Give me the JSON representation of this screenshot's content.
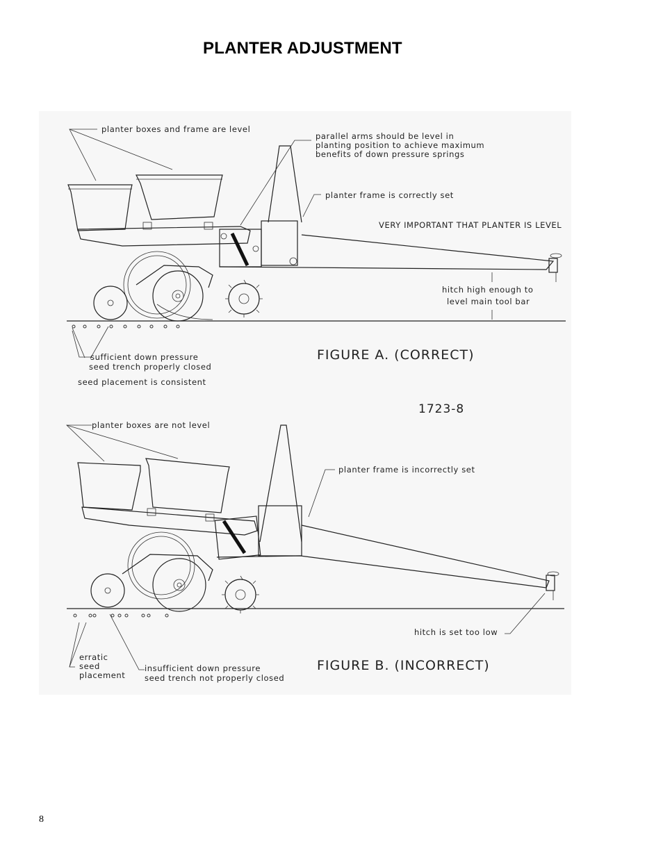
{
  "page": {
    "title": "PLANTER ADJUSTMENT",
    "page_number": "8"
  },
  "figure_a": {
    "caption": "FIGURE A. (CORRECT)",
    "labels": {
      "boxes_level": "planter boxes and frame are level",
      "arms_line1": "parallel arms should be level in",
      "arms_line2": "planting position to achieve maximum",
      "arms_line3": "benefits of down pressure springs",
      "frame_set": "planter frame is correctly set",
      "important": "VERY IMPORTANT THAT PLANTER IS LEVEL",
      "hitch_line1": "hitch high enough to",
      "hitch_line2": "level main tool bar",
      "pressure_line1": "sufficient down pressure",
      "pressure_line2": "seed trench properly closed",
      "placement": "seed placement is consistent"
    }
  },
  "part_number": "1723-8",
  "figure_b": {
    "caption": "FIGURE B. (INCORRECT)",
    "labels": {
      "boxes_not_level": "planter boxes are not level",
      "frame_incorrect": "planter frame is incorrectly set",
      "hitch_low": "hitch is set too low",
      "erratic_line1": "erratic",
      "erratic_line2": "seed",
      "erratic_line3": "placement",
      "insufficient_line1": "insufficient down pressure",
      "insufficient_line2": "seed trench not properly closed"
    }
  }
}
